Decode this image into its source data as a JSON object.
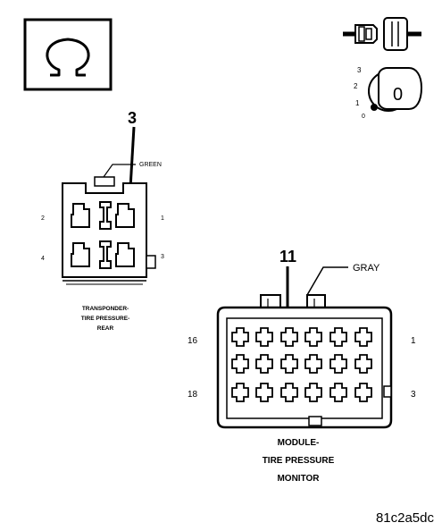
{
  "meter_symbol": "ohm-symbol",
  "key_position_labels": [
    "3",
    "2",
    "1",
    "0"
  ],
  "key_label": "0",
  "transponder": {
    "arrow_label": "3",
    "wire_color": "GREEN",
    "pin_left_top": "2",
    "pin_right_top": "1",
    "pin_left_bottom": "4",
    "pin_right_bottom": "3",
    "caption_line1": "TRANSPONDER-",
    "caption_line2": "TIRE PRESSURE-",
    "caption_line3": "REAR"
  },
  "module": {
    "arrow_label": "11",
    "wire_color": "GRAY",
    "pin_left_top": "16",
    "pin_right_top": "1",
    "pin_left_bottom": "18",
    "pin_right_bottom": "3",
    "caption_line1": "MODULE-",
    "caption_line2": "TIRE PRESSURE",
    "caption_line3": "MONITOR"
  },
  "figure_id": "81c2a5dc"
}
